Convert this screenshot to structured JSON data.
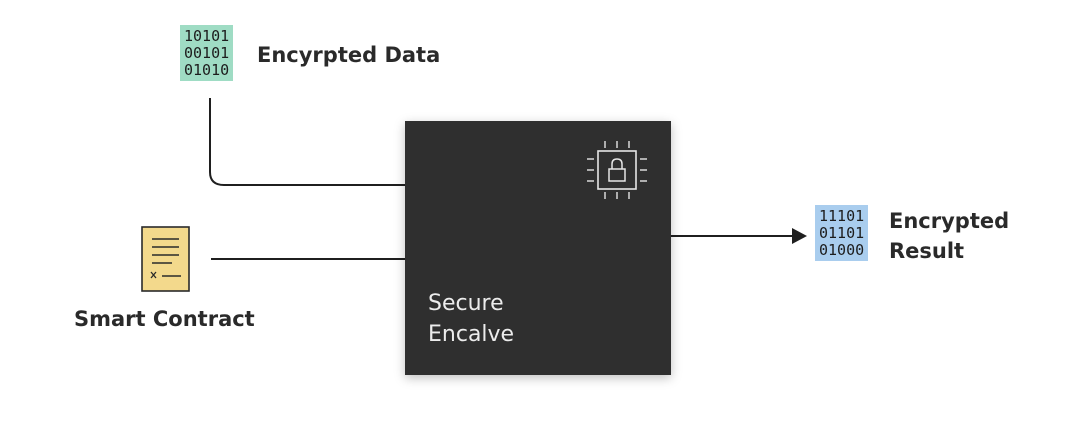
{
  "encrypted_data": {
    "bits": [
      "10101",
      "00101",
      "01010"
    ],
    "label": "Encyrpted Data"
  },
  "smart_contract": {
    "label": "Smart Contract"
  },
  "enclave": {
    "title_line1": "Secure",
    "title_line2": "Encalve"
  },
  "encrypted_result": {
    "bits": [
      "11101",
      "01101",
      "01000"
    ],
    "label_line1": "Encrypted",
    "label_line2": "Result"
  },
  "colors": {
    "data_bits_bg": "#9fdcc4",
    "result_bits_bg": "#a9cdee",
    "enclave_bg": "#2f2f2f",
    "document_bg": "#f3d98c",
    "arrow": "#1f1f1f"
  },
  "icons": [
    "chip-lock-icon",
    "contract-document-icon"
  ]
}
